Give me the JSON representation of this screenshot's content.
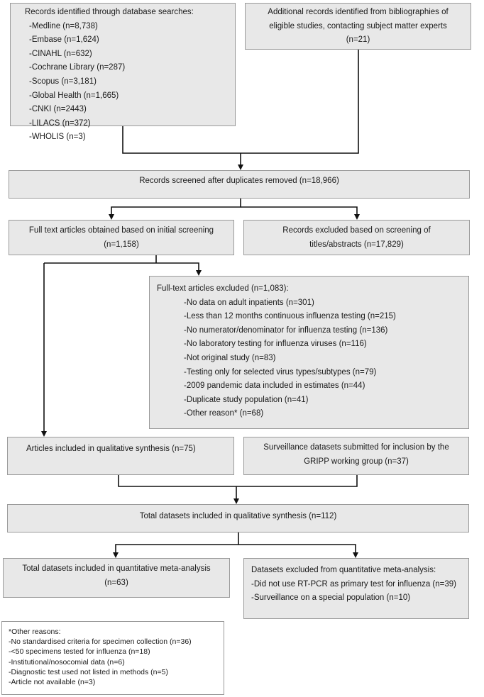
{
  "identification": {
    "title": "Records identified through database searches:",
    "items": [
      "-Medline (n=8,738)",
      "-Embase (n=1,624)",
      "-CINAHL (n=632)",
      "-Cochrane Library (n=287)",
      "-Scopus (n=3,181)",
      "-Global Health (n=1,665)",
      "-CNKI (n=2443)",
      "-LILACS (n=372)",
      "-WHOLIS (n=3)"
    ]
  },
  "additional": {
    "line1": "Additional records identified from bibliographies of",
    "line2": "eligible studies, contacting subject matter experts",
    "line3": "(n=21)"
  },
  "screened": {
    "text": "Records screened after duplicates removed (n=18,966)"
  },
  "fulltext_obtained": {
    "line1": "Full text articles obtained based on initial screening",
    "line2": "(n=1,158)"
  },
  "excluded_screening": {
    "line1": "Records excluded based on screening of",
    "line2": "titles/abstracts (n=17,829)"
  },
  "fulltext_excluded": {
    "title": "Full-text articles excluded (n=1,083):",
    "items": [
      "-No data on adult inpatients (n=301)",
      "-Less than 12 months continuous influenza testing (n=215)",
      "-No numerator/denominator for influenza testing (n=136)",
      "-No laboratory testing for influenza viruses (n=116)",
      "-Not original study (n=83)",
      "-Testing only for selected virus types/subtypes (n=79)",
      "-2009 pandemic data included in estimates (n=44)",
      "-Duplicate study population (n=41)",
      "-Other reason* (n=68)"
    ]
  },
  "articles_included": {
    "text": "Articles included in qualitative synthesis (n=75)"
  },
  "surveillance": {
    "line1": "Surveillance datasets submitted for inclusion by the",
    "line2": "GRIPP working group (n=37)"
  },
  "total_qualitative": {
    "text": "Total datasets included in qualitative synthesis (n=112)"
  },
  "total_quantitative": {
    "line1": "Total datasets included in quantitative meta-analysis",
    "line2": "(n=63)"
  },
  "excluded_quantitative": {
    "title": "Datasets excluded from quantitative meta-analysis:",
    "items": [
      "-Did not use RT-PCR as primary test for influenza (n=39)",
      "-Surveillance on a special population (n=10)"
    ]
  },
  "other_reasons": {
    "title": "*Other reasons:",
    "items": [
      "-No standardised criteria for specimen collection (n=36)",
      "-<50 specimens tested for influenza (n=18)",
      "-Institutional/nosocomial data (n=6)",
      "-Diagnostic test used not listed in methods (n=5)",
      "-Article not available (n=3)"
    ]
  }
}
